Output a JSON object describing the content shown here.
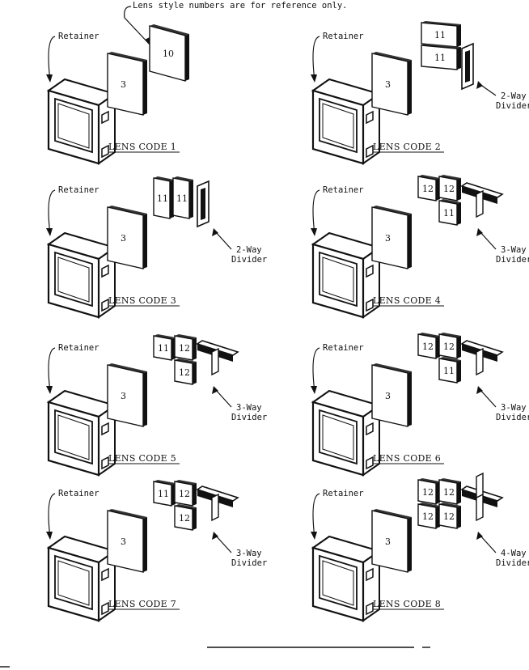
{
  "header_note": "Lens style numbers are for reference only.",
  "labels": {
    "retainer": "Retainer",
    "divider_word": "Divider"
  },
  "panels": [
    {
      "code": "LENS CODE 1",
      "divider": "",
      "lenses": [
        "3",
        "10"
      ]
    },
    {
      "code": "LENS CODE 2",
      "divider": "2-Way",
      "lenses": [
        "3",
        "11",
        "11"
      ]
    },
    {
      "code": "LENS CODE 3",
      "divider": "2-Way",
      "lenses": [
        "3",
        "11",
        "11"
      ]
    },
    {
      "code": "LENS CODE 4",
      "divider": "3-Way",
      "lenses": [
        "3",
        "12",
        "12",
        "11"
      ]
    },
    {
      "code": "LENS CODE 5",
      "divider": "3-Way",
      "lenses": [
        "3",
        "11",
        "12",
        "12"
      ]
    },
    {
      "code": "LENS CODE 6",
      "divider": "3-Way",
      "lenses": [
        "3",
        "12",
        "12",
        "11"
      ]
    },
    {
      "code": "LENS CODE 7",
      "divider": "3-Way",
      "lenses": [
        "3",
        "11",
        "12",
        "12"
      ]
    },
    {
      "code": "LENS CODE 8",
      "divider": "4-Way",
      "lenses": [
        "3",
        "12",
        "12",
        "12",
        "12"
      ]
    }
  ]
}
